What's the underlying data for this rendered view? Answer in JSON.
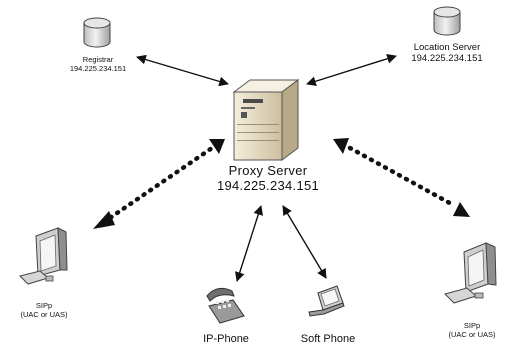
{
  "title": "",
  "nodes": {
    "registrar": {
      "name": "Registrar",
      "ip": "194.225.234.151",
      "icon": "database-icon"
    },
    "location_server": {
      "name": "Location Server",
      "ip": "194.225.234.151",
      "icon": "database-icon"
    },
    "proxy_server": {
      "name": "Proxy Server",
      "ip": "194.225.234.151",
      "icon": "server-tower-icon"
    },
    "sipp_left": {
      "name": "SIPp",
      "role": "(UAC or UAS)",
      "icon": "desktop-computer-icon"
    },
    "sipp_right": {
      "name": "SIPp",
      "role": "(UAC or UAS)",
      "icon": "desktop-computer-icon"
    },
    "ip_phone": {
      "name": "IP-Phone",
      "icon": "desk-phone-icon"
    },
    "soft_phone": {
      "name": "Soft Phone",
      "icon": "laptop-icon"
    }
  },
  "edges": [
    {
      "from": "registrar",
      "to": "proxy_server",
      "style": "solid",
      "direction": "both"
    },
    {
      "from": "location_server",
      "to": "proxy_server",
      "style": "solid",
      "direction": "both"
    },
    {
      "from": "sipp_left",
      "to": "proxy_server",
      "style": "dotted-bold",
      "direction": "both"
    },
    {
      "from": "sipp_right",
      "to": "proxy_server",
      "style": "dotted-bold",
      "direction": "both"
    },
    {
      "from": "ip_phone",
      "to": "proxy_server",
      "style": "solid",
      "direction": "both"
    },
    {
      "from": "soft_phone",
      "to": "proxy_server",
      "style": "solid",
      "direction": "both"
    }
  ],
  "colors": {
    "line": "#111111",
    "device_fill": "#d9d9d9",
    "server_fill": "#eadfc8",
    "screen_fill": "#f4f4f4"
  }
}
